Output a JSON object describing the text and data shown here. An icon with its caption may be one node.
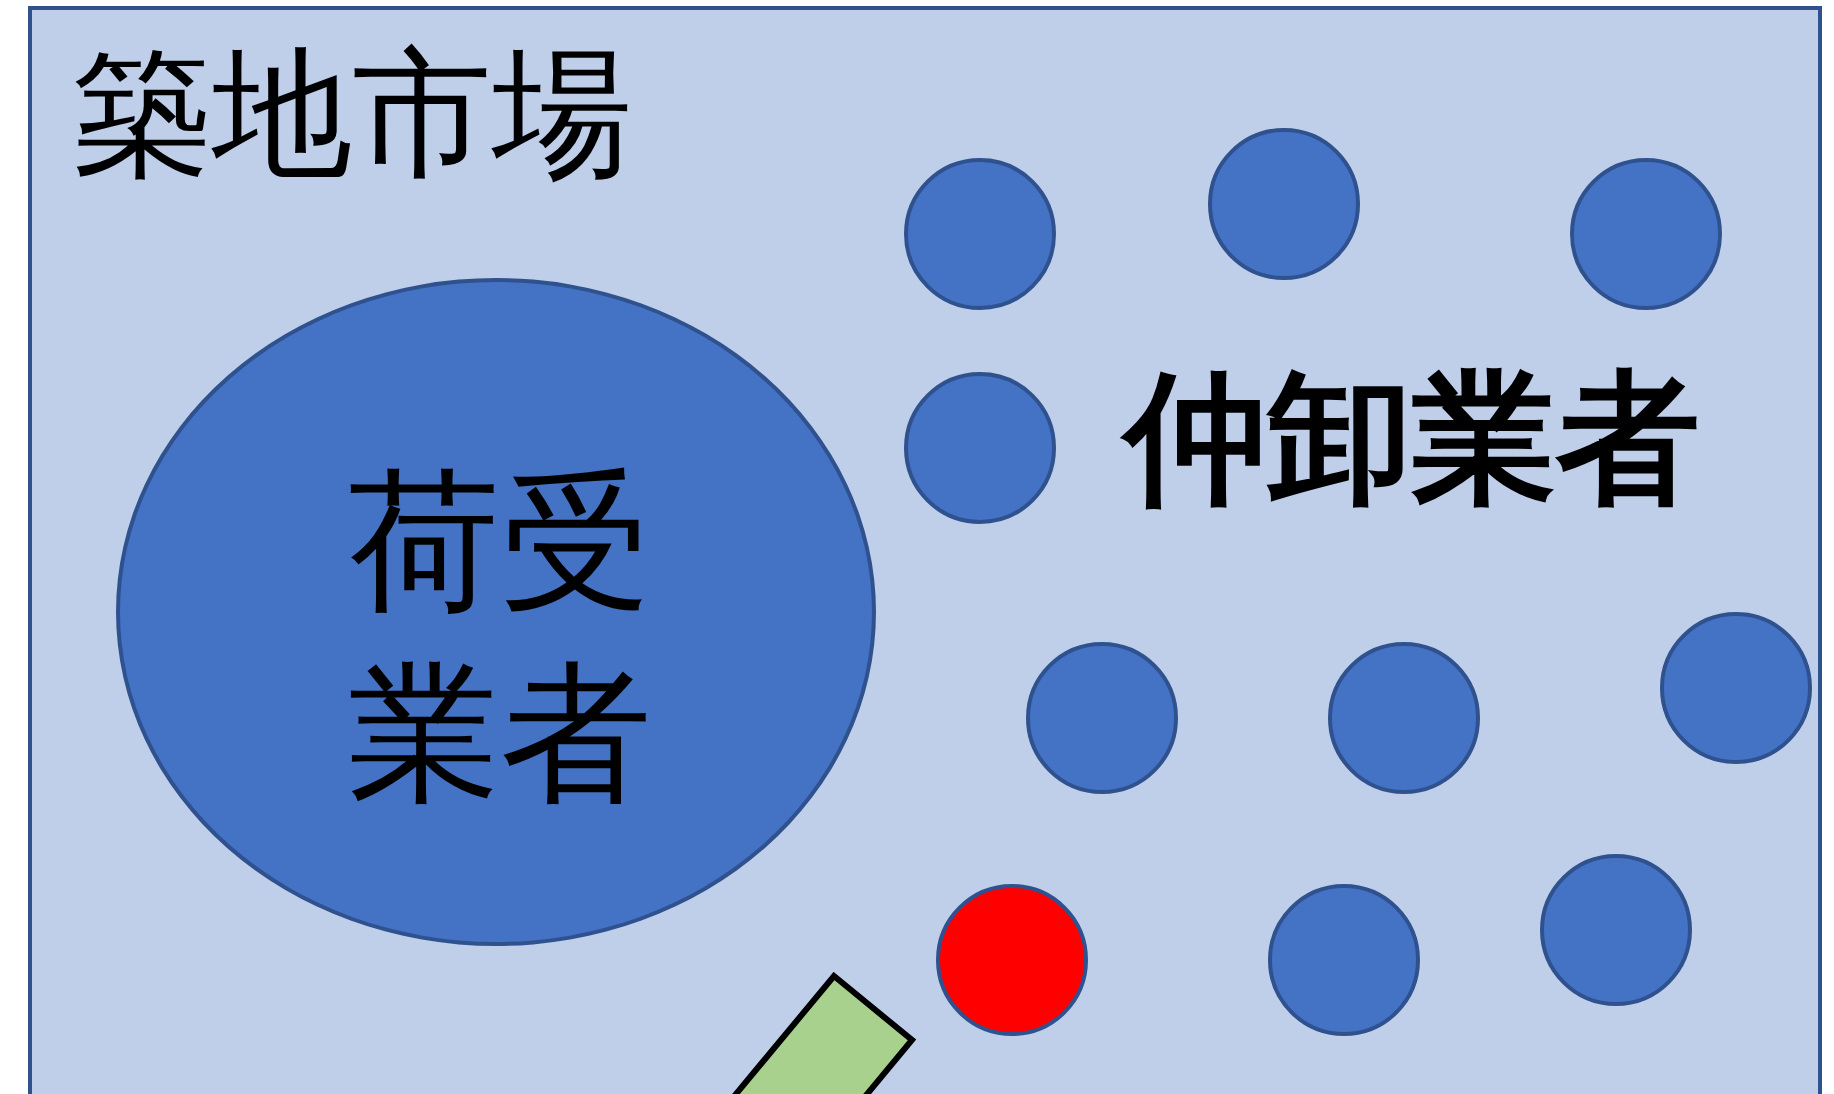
{
  "diagram": {
    "nodes": [
      {
        "text": [
          "築地市場"
        ]
      },
      {
        "text": [
          "荷受業者"
        ],
        "in": 0
      },
      {
        "text": [],
        "shape": "circle",
        "in": 0
      },
      {
        "text": [],
        "shape": "circle",
        "in": 0
      },
      {
        "text": [],
        "shape": "circle",
        "in": 0
      },
      {
        "text": [],
        "shape": "circle",
        "in": 0
      },
      {
        "text": [],
        "shape": "circle",
        "in": 0
      },
      {
        "text": [],
        "shape": "circle",
        "in": 0
      },
      {
        "text": [],
        "shape": "circle",
        "in": 0
      },
      {
        "text": [],
        "shape": "circle",
        "in": 0
      },
      {
        "text": [],
        "shape": "circle",
        "in": 0
      },
      {
        "text": [],
        "shape": "circle",
        "in": 0
      },
      {
        "text": [],
        "shape": "bar",
        "in": 0
      }
    ],
    "labels": [
      "仲卸業者"
    ]
  }
}
